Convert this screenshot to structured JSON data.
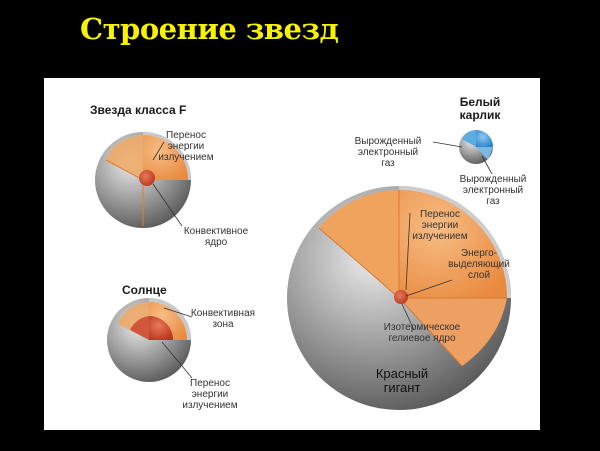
{
  "slide": {
    "title": "Строение звезд"
  },
  "labels": {
    "f_star_title": "Звезда класса F",
    "f_radiative": "Перенос\nэнергии\nизлучением",
    "f_convective_core": "Конвективное\nядро",
    "sun_title": "Солнце",
    "sun_convective_zone": "Конвективная\nзона",
    "sun_radiative": "Перенос\nэнергии\nизлучением",
    "white_dwarf_title": "Белый\nкарлик",
    "wd_degenerate_gas_left": "Вырожденный\nэлектронный\nгаз",
    "wd_degenerate_gas_right": "Вырожденный\nэлектронный\nгаз",
    "rg_radiative": "Перенос\nэнергии\nизлучением",
    "rg_energy_layer": "Энерго-\nвыделяющий\nслой",
    "rg_isothermal_core": "Изотермическое\nгелиевое ядро",
    "red_giant_title": "Красный\nгигант"
  },
  "colors": {
    "title": "#f7f300",
    "background": "#000000",
    "panel": "#ffffff",
    "sphere_gray": "#8c8c8c",
    "orange": "#f2a05a",
    "orange_dark": "#e88a3e",
    "core_red": "#d2482e",
    "dwarf_blue": "#3c9ad8"
  }
}
